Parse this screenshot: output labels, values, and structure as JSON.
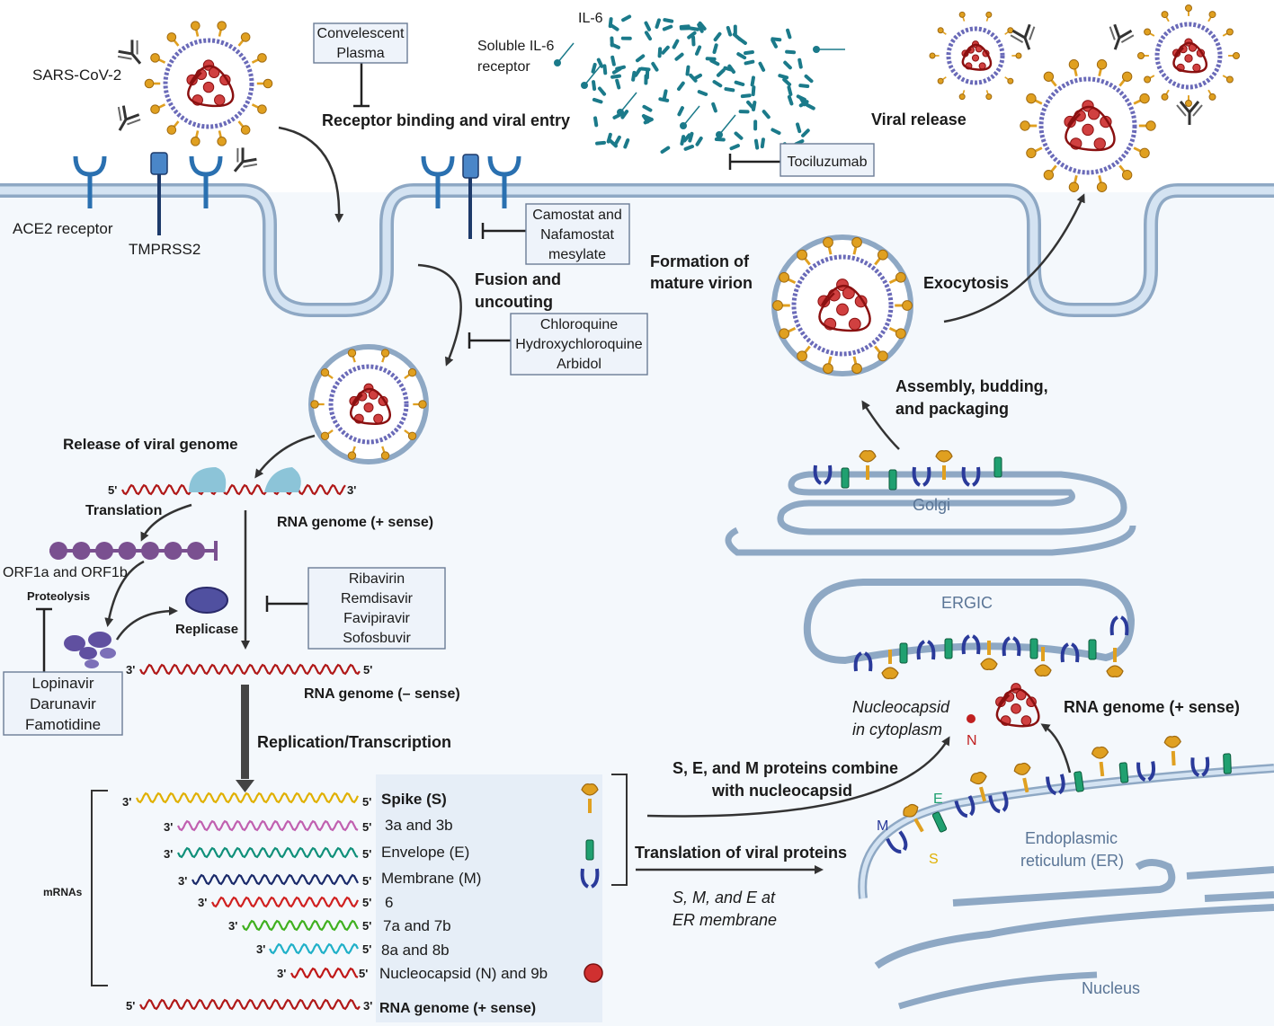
{
  "labels": {
    "sarscov2": "SARS-CoV-2",
    "ace2": "ACE2 receptor",
    "tmprss2": "TMPRSS2",
    "il6": "IL-6",
    "soluble_il6_line1": "Soluble IL-6",
    "soluble_il6_line2": "receptor",
    "receptor_binding": "Receptor binding and viral entry",
    "viral_release": "Viral release",
    "fusion_line1": "Fusion and",
    "fusion_line2": "uncouting",
    "formation_line1": "Formation of",
    "formation_line2": "mature virion",
    "exocytosis": "Exocytosis",
    "assembly_line1": "Assembly, budding,",
    "assembly_line2": "and packaging",
    "golgi": "Golgi",
    "ergic": "ERGIC",
    "release_genome": "Release of viral genome",
    "translation": "Translation",
    "rna_plus_1": "RNA genome (+ sense)",
    "orf": "ORF1a and ORF1b",
    "proteolysis": "Proteolysis",
    "replicase": "Replicase",
    "rna_minus": "RNA genome (– sense)",
    "replication": "Replication/Transcription",
    "nucleocapsid_line1": "Nucleocapsid",
    "nucleocapsid_line2": "in cytoplasm",
    "rna_plus_2": "RNA genome (+ sense)",
    "n_letter": "N",
    "sem_line1": "S, E, and M proteins combine",
    "sem_line2": "with nucleocapsid",
    "translation_viral": "Translation of viral proteins",
    "sem_er_line1": "S, M, and E at",
    "sem_er_line2": "ER membrane",
    "er_line1": "Endoplasmic",
    "er_line2": "reticulum (ER)",
    "m_letter": "M",
    "e_letter": "E",
    "s_letter": "S",
    "nucleus": "Nucleus",
    "mrnas": "mRNAs",
    "rna_plus_bottom": "RNA genome (+ sense)",
    "five_prime": "5'",
    "three_prime": "3'"
  },
  "drug_boxes": {
    "plasma": [
      "Convelescent",
      "Plasma"
    ],
    "tocilizumab": [
      "Tociluzumab"
    ],
    "camostat": [
      "Camostat and",
      "Nafamostat",
      "mesylate"
    ],
    "chloroquine": [
      "Chloroquine",
      "Hydroxychloroquine",
      "Arbidol"
    ],
    "ribavirin": [
      "Ribavirin",
      "Remdisavir",
      "Favipiravir",
      "Sofosbuvir"
    ],
    "lopinavir": [
      "Lopinavir",
      "Darunavir",
      "Famotidine"
    ]
  },
  "mrna_list": [
    {
      "label": "Spike (S)",
      "color": "#e0b000"
    },
    {
      "label": "3a and 3b",
      "color": "#c060b0"
    },
    {
      "label": "Envelope (E)",
      "color": "#10907a"
    },
    {
      "label": "Membrane (M)",
      "color": "#3a5a9a"
    },
    {
      "label": "6",
      "color": "#d02020"
    },
    {
      "label": "7a and 7b",
      "color": "#40b020"
    },
    {
      "label": "8a and 8b",
      "color": "#20b0c8"
    },
    {
      "label": "Nucleocapsid (N) and 9b",
      "color": "#c01818"
    }
  ],
  "mrna_wave_colors": [
    "#e0b000",
    "#c060b0",
    "#10907a",
    "#1a2a6a",
    "#d02020",
    "#40b020",
    "#20b0c8",
    "#c01818"
  ],
  "colors": {
    "membrane_fill": "#b8cfe6",
    "membrane_stroke": "#8ea8c4",
    "receptor": "#2a70b0",
    "rna": "#b01818",
    "spike": "#e0a020",
    "envelope": "#20a070",
    "membrane_protein": "#2a3a9a",
    "il6": "#1b7a8a",
    "orf": "#7a5090",
    "replicase": "#5050a0"
  }
}
